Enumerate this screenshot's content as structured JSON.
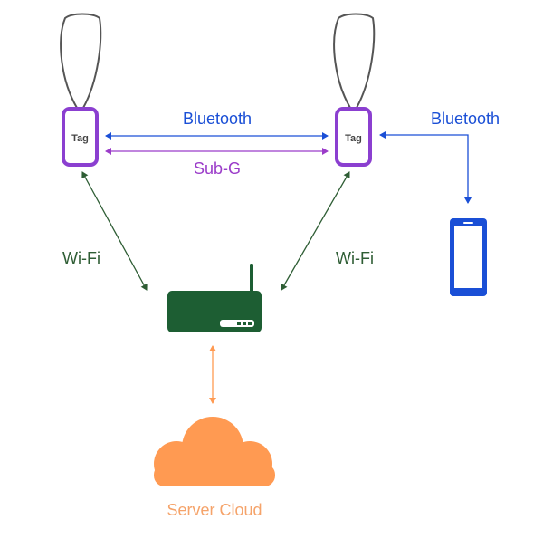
{
  "tags": {
    "left": {
      "label": "Tag"
    },
    "right": {
      "label": "Tag"
    }
  },
  "links": {
    "tag_to_tag_bluetooth": "Bluetooth",
    "tag_to_tag_subg": "Sub-G",
    "tag_to_phone_bluetooth": "Bluetooth",
    "left_wifi": "Wi-Fi",
    "right_wifi": "Wi-Fi"
  },
  "cloud": {
    "label": "Server Cloud"
  },
  "colors": {
    "bluetooth": "#1a4fd6",
    "subg": "#9b3cc9",
    "tag_border": "#8b3fd0",
    "wifi": "#2e5d34",
    "router": "#1d5e33",
    "cloud": "#ff9a52",
    "cloud_text": "#f5a36a",
    "phone": "#1a4fd6",
    "lanyard": "#555555"
  },
  "icons": {
    "router": "router-icon",
    "cloud": "cloud-icon",
    "phone": "smartphone-icon",
    "lanyard": "lanyard-icon"
  }
}
